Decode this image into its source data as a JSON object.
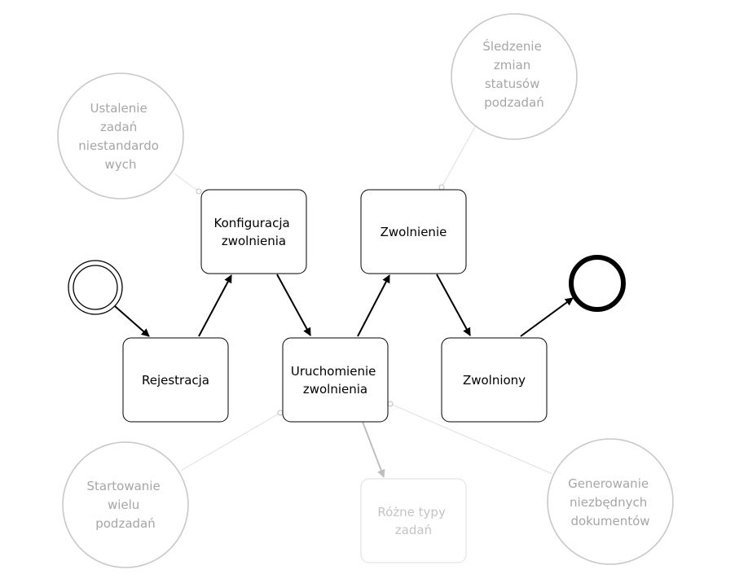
{
  "diagram": {
    "colors": {
      "primary_stroke": "#000000",
      "primary_text": "#000000",
      "muted_stroke": "#bfbfbf",
      "muted_text": "#a6a6a6",
      "faint_stroke": "#dedede",
      "faint_text": "#c4c4c4",
      "connector": "#e0e0e0",
      "box_fill": "#ffffff"
    },
    "tasks": {
      "rejestracja": [
        "Rejestracja"
      ],
      "konfiguracja": [
        "Konfiguracja",
        "zwolnienia"
      ],
      "uruchomienie": [
        "Uruchomienie",
        "zwolnienia"
      ],
      "zwolnienie": [
        "Zwolnienie"
      ],
      "zwolniony": [
        "Zwolniony"
      ],
      "rozne_typy": [
        "Różne typy",
        "zadań"
      ]
    },
    "annotations": {
      "ustalenie": [
        "Ustalenie",
        "zadań",
        "niestandardo",
        "wych"
      ],
      "sledzenie": [
        "Śledzenie",
        "zmian",
        "statusów",
        "podzadań"
      ],
      "startowanie": [
        "Startowanie",
        "wielu",
        "podzadań"
      ],
      "generowanie": [
        "Generowanie",
        "niezbędnych",
        "dokumentów"
      ]
    }
  }
}
